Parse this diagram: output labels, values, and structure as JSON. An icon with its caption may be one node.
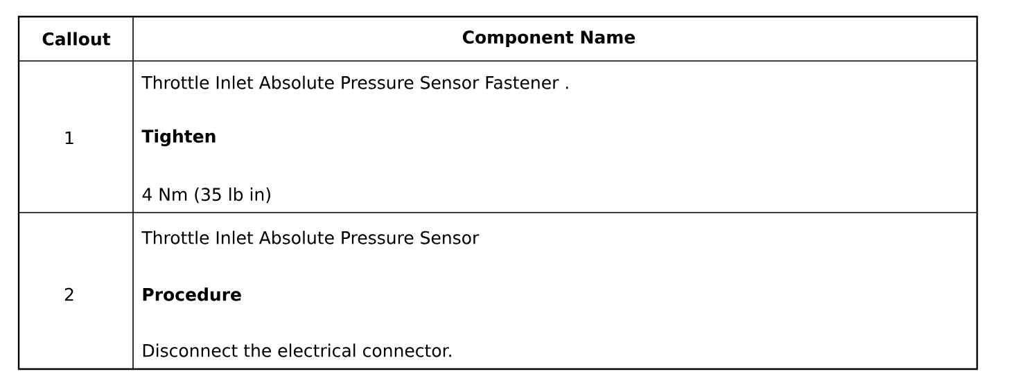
{
  "diagram": {
    "labels": [
      "Callout",
      "Component Name",
      "1",
      "Throttle Inlet Absolute Pressure Sensor Fastener .",
      "Tighten",
      "4 Nm (35 lb in)",
      "2",
      "Throttle Inlet Absolute Pressure Sensor",
      "Procedure",
      "Disconnect the electrical connector."
    ]
  }
}
